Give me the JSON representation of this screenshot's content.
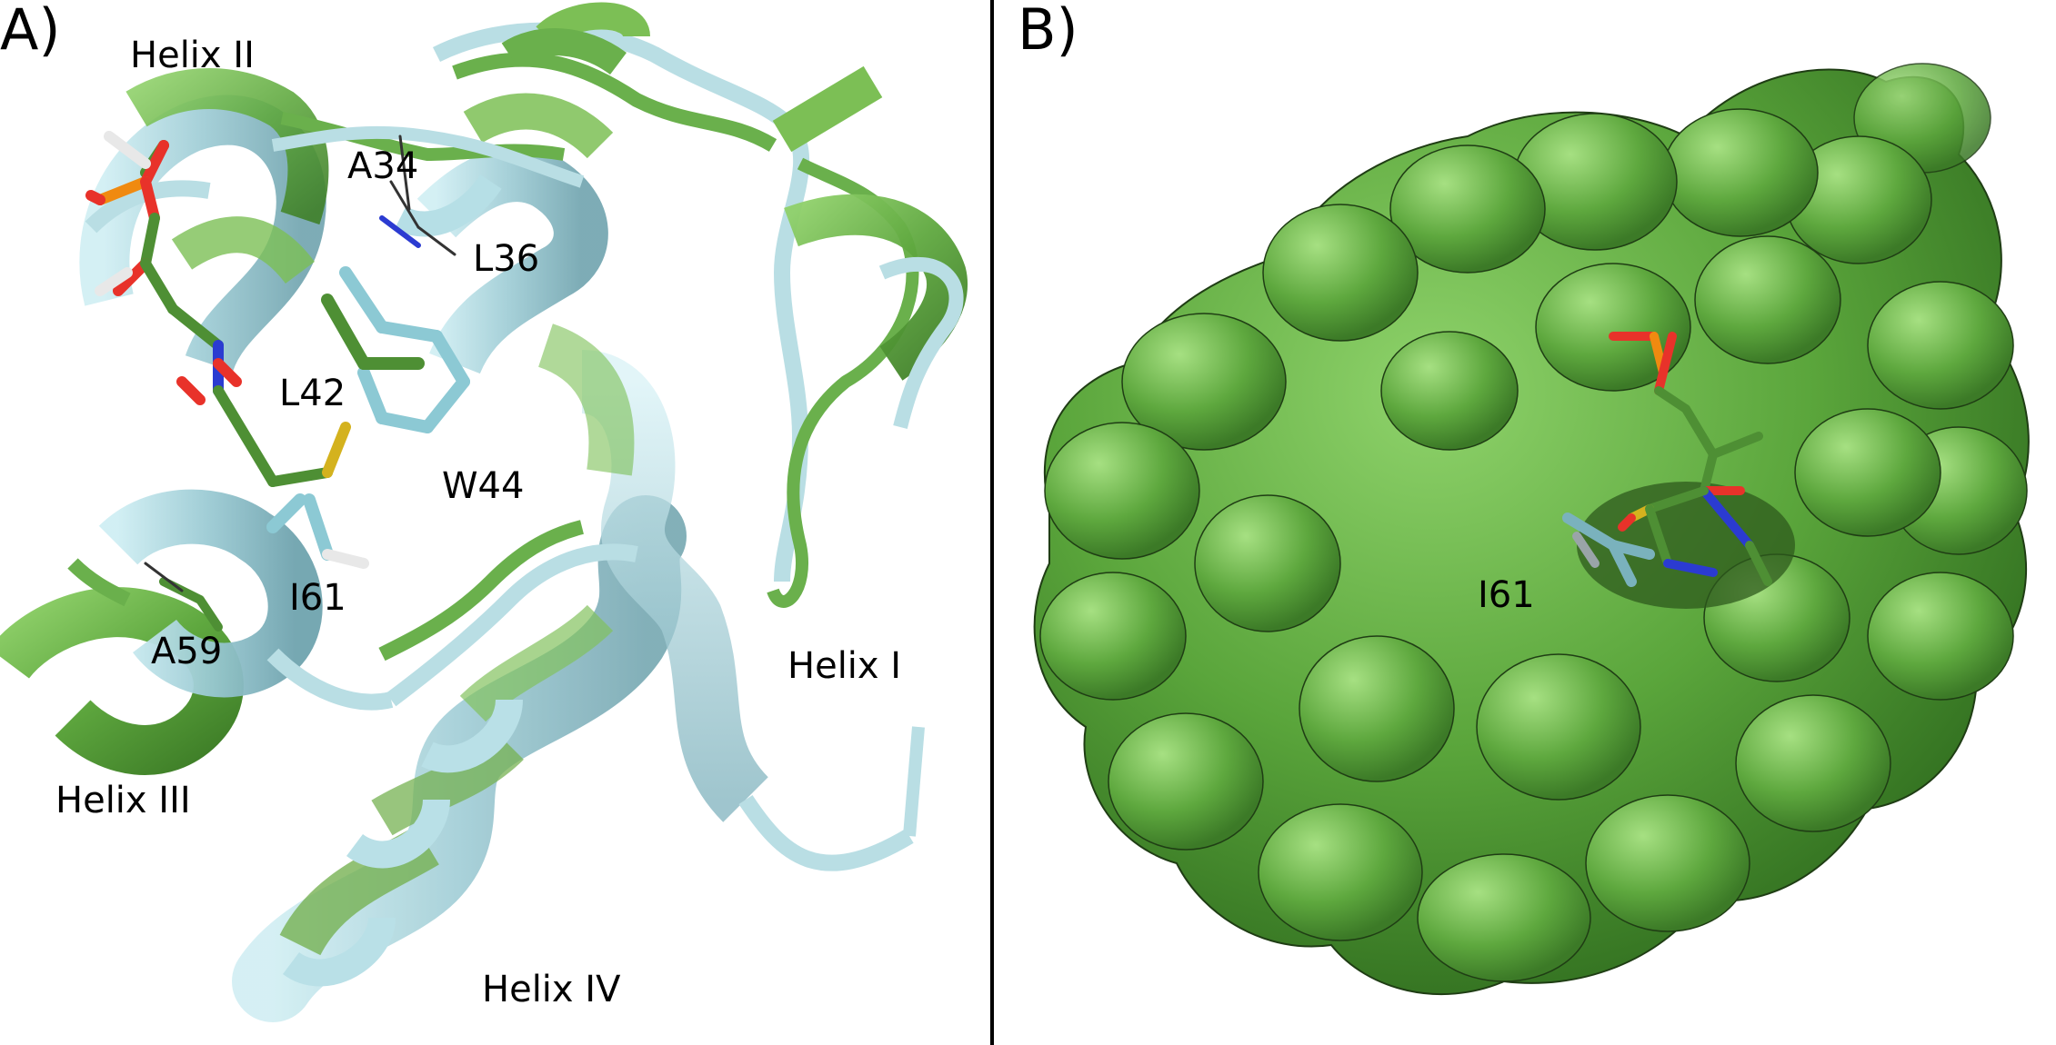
{
  "panel_a": {
    "letter": "A)",
    "labels": {
      "helix_ii": "Helix II",
      "a34": "A34",
      "l36": "L36",
      "l42": "L42",
      "w44": "W44",
      "i61": "I61",
      "a59": "A59",
      "helix_i": "Helix I",
      "helix_iii": "Helix III",
      "helix_iv": "Helix IV"
    }
  },
  "panel_b": {
    "letter": "B)",
    "labels": {
      "i61": "I61"
    }
  },
  "colors": {
    "ribbon_green": "#6ab04c",
    "ribbon_cyan": "#a6d4dc",
    "surface_green": "#5ea83e",
    "oxygen": "#e8322a",
    "phosphorus": "#f08a10",
    "nitrogen": "#2b3bd1",
    "sulfur": "#d4b21e",
    "hydrogen": "#e8e8e8"
  }
}
